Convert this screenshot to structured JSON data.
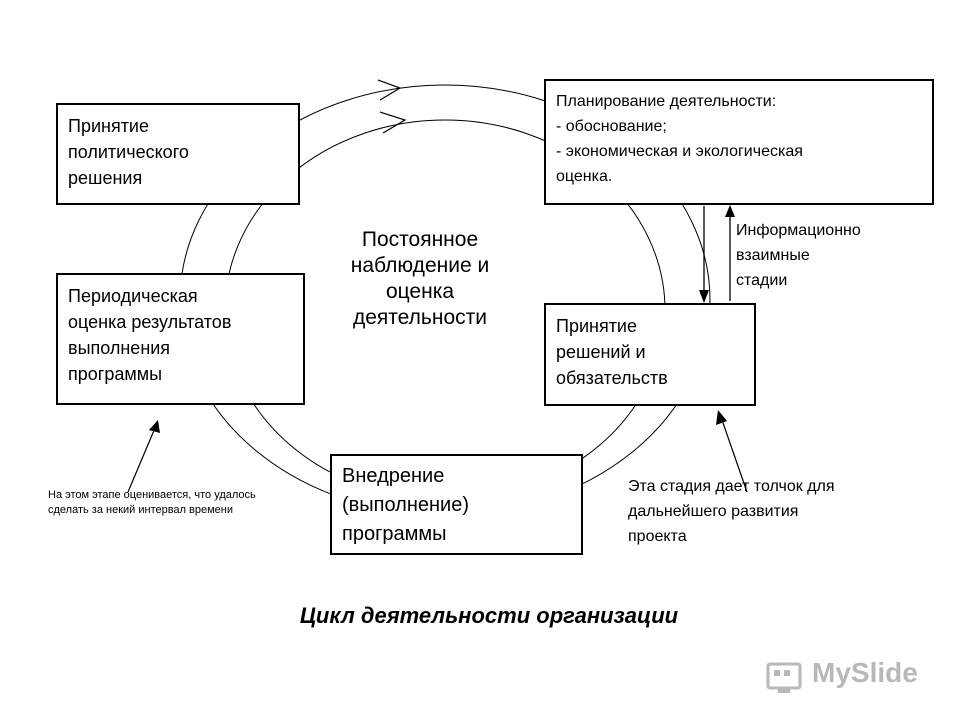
{
  "blocks": {
    "political_decision": "Принятие\nполитического\nрешения",
    "planning": "Планирование деятельности:\n- обоснование;\n- экономическая и экологическая\nоценка.",
    "periodic_evaluation": "Периодическая\nоценка результатов\nвыполнения\nпрограммы",
    "decisions_commitments": "Принятие\nрешений и\nобязательств",
    "implementation": "Внедрение\n(выполнение)\nпрограммы"
  },
  "center_text": "Постоянное\nнаблюдение и\nоценка\nдеятельности",
  "annotations": {
    "info": "Информационно\nвзаимные\nстадии",
    "stage_push": "Эта стадия дает толчок для\nдальнейшего развития\nпроекта",
    "evaluation_note": "На этом этапе оценивается, что удалось\nсделать за некий интервал времени"
  },
  "caption": "Цикл деятельности организации",
  "watermark": "MySlide",
  "colors": {
    "stroke": "#000000",
    "watermark": "#b8b8b8"
  }
}
